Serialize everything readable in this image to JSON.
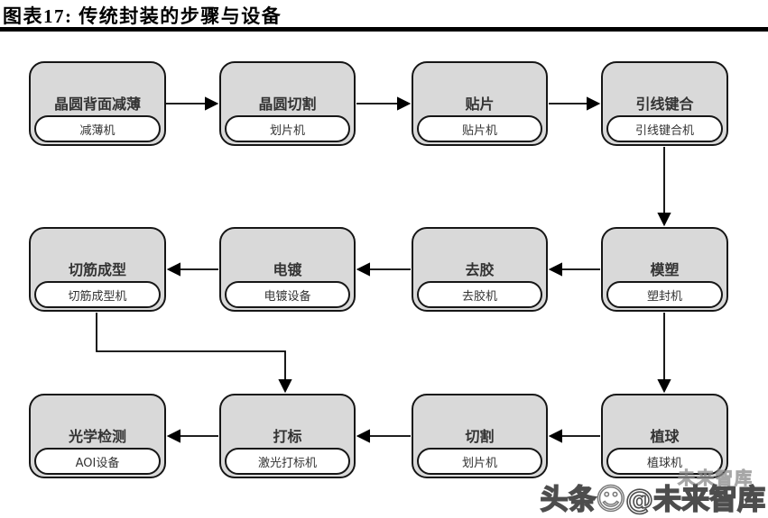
{
  "header": {
    "title": "图表17: 传统封装的步骤与设备"
  },
  "diagram": {
    "nodes": [
      {
        "step": "晶圆背面减薄",
        "equipment": "减薄机"
      },
      {
        "step": "晶圆切割",
        "equipment": "划片机"
      },
      {
        "step": "贴片",
        "equipment": "贴片机"
      },
      {
        "step": "引线键合",
        "equipment": "引线键合机"
      },
      {
        "step": "模塑",
        "equipment": "塑封机"
      },
      {
        "step": "去胶",
        "equipment": "去胶机"
      },
      {
        "step": "电镀",
        "equipment": "电镀设备"
      },
      {
        "step": "切筋成型",
        "equipment": "切筋成型机"
      },
      {
        "step": "植球",
        "equipment": "植球机"
      },
      {
        "step": "切割",
        "equipment": "划片机"
      },
      {
        "step": "打标",
        "equipment": "激光打标机"
      },
      {
        "step": "光学检测",
        "equipment": "AOI设备"
      }
    ],
    "flow_order": [
      "晶圆背面减薄",
      "晶圆切割",
      "贴片",
      "引线键合",
      "模塑",
      "去胶",
      "电镀",
      "切筋成型",
      "植球",
      "切割",
      "打标",
      "光学检测"
    ],
    "colors": {
      "node_fill": "#d9d9d9",
      "node_border": "#161616",
      "pill_fill": "#ffffff",
      "connector": "#000000"
    }
  },
  "watermark": {
    "text_left": "头条",
    "smiley": "☺",
    "text_right": "@未来智库",
    "overlay": "未来智库"
  }
}
